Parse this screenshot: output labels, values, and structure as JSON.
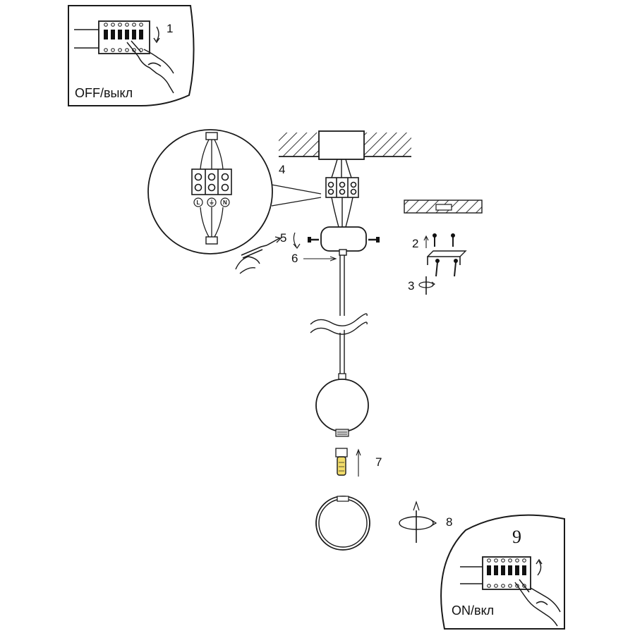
{
  "steps": [
    {
      "id": "1",
      "caption": "OFF/выкл"
    },
    {
      "id": "2"
    },
    {
      "id": "3"
    },
    {
      "id": "4"
    },
    {
      "id": "5"
    },
    {
      "id": "6"
    },
    {
      "id": "7"
    },
    {
      "id": "8"
    },
    {
      "id": "9",
      "caption": "ON/вкл"
    }
  ],
  "terminals": [
    "L",
    "⏚",
    "N"
  ],
  "colors": {
    "line": "#1a1a1a",
    "hatch": "#333333",
    "bulb": "#f2dc6a"
  }
}
